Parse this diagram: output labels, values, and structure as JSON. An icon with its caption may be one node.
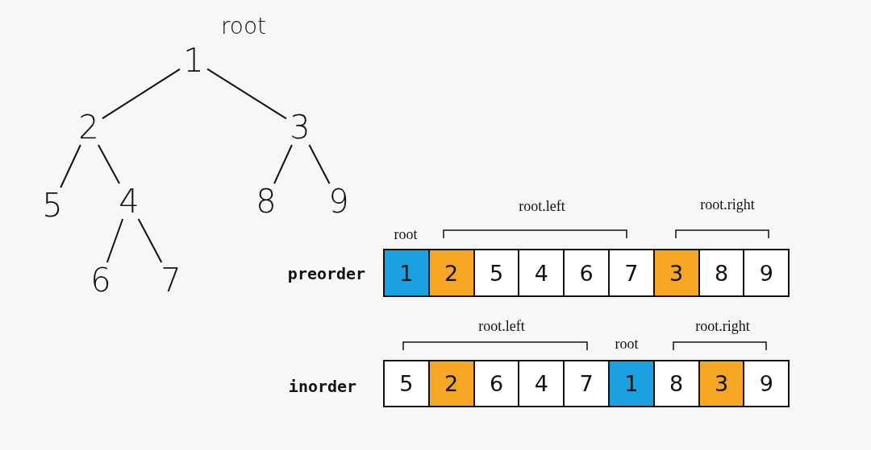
{
  "diagram": {
    "nodes": [
      {
        "text": [
          "1"
        ]
      },
      {
        "text": [
          "2"
        ]
      },
      {
        "text": [
          "3"
        ]
      },
      {
        "text": [
          "5"
        ]
      },
      {
        "text": [
          "4"
        ]
      },
      {
        "text": [
          "8"
        ]
      },
      {
        "text": [
          "9"
        ]
      },
      {
        "text": [
          "6"
        ]
      },
      {
        "text": [
          "7"
        ]
      },
      {
        "text": [
          "1"
        ]
      },
      {
        "text": [
          "2"
        ]
      },
      {
        "text": [
          "5"
        ]
      },
      {
        "text": [
          "4"
        ]
      },
      {
        "text": [
          "6"
        ]
      },
      {
        "text": [
          "7"
        ]
      },
      {
        "text": [
          "3"
        ]
      },
      {
        "text": [
          "8"
        ]
      },
      {
        "text": [
          "9"
        ]
      },
      {
        "text": [
          "5"
        ]
      },
      {
        "text": [
          "2"
        ]
      },
      {
        "text": [
          "6"
        ]
      },
      {
        "text": [
          "4"
        ]
      },
      {
        "text": [
          "7"
        ]
      },
      {
        "text": [
          "1"
        ]
      },
      {
        "text": [
          "8"
        ]
      },
      {
        "text": [
          "3"
        ]
      },
      {
        "text": [
          "9"
        ]
      }
    ],
    "edges": [
      {
        "from": 0,
        "to": 1,
        "arrow": "none"
      },
      {
        "from": 0,
        "to": 2,
        "arrow": "none"
      },
      {
        "from": 1,
        "to": 3,
        "arrow": "none"
      },
      {
        "from": 1,
        "to": 4,
        "arrow": "none"
      },
      {
        "from": 2,
        "to": 5,
        "arrow": "none"
      },
      {
        "from": 2,
        "to": 6,
        "arrow": "none"
      },
      {
        "from": 4,
        "to": 7,
        "arrow": "none"
      },
      {
        "from": 4,
        "to": 8,
        "arrow": "none"
      }
    ],
    "labels": [
      "root",
      "root.left",
      "root.right",
      "root",
      "preorder",
      "root.left",
      "root",
      "root.right",
      "inorder"
    ]
  }
}
